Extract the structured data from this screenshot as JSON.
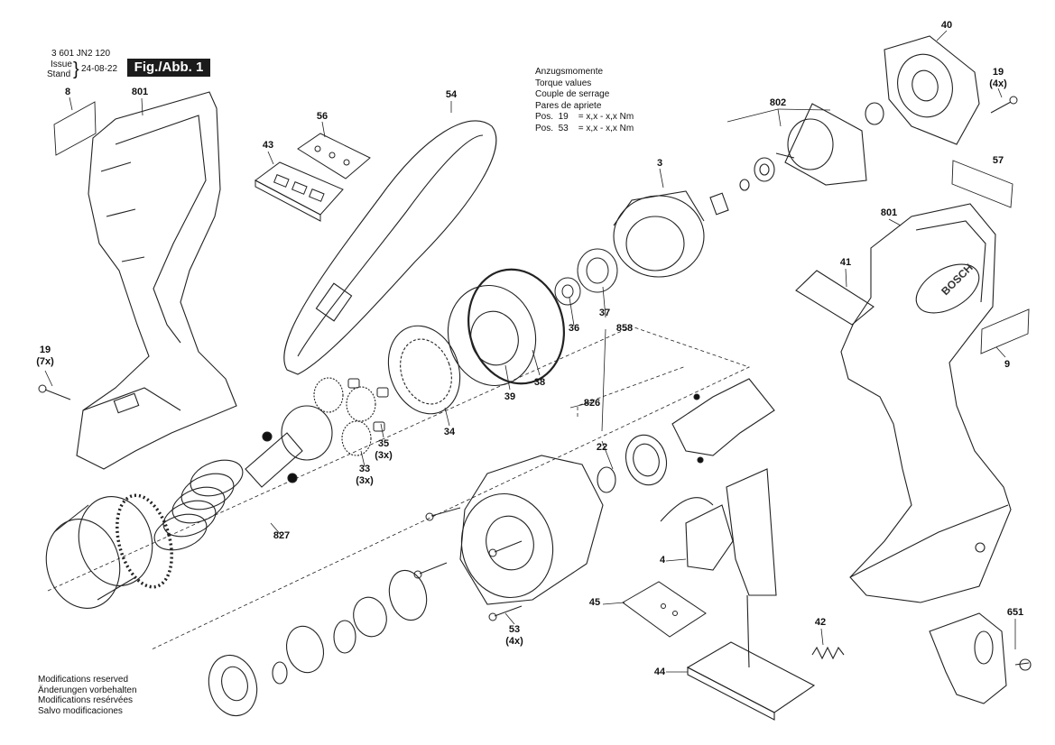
{
  "header": {
    "doc_number": "3 601 JN2 120",
    "issue_label": "Issue",
    "stand_label": "Stand",
    "brace": "}",
    "date": "24-08-22",
    "figure": "Fig./Abb. 1"
  },
  "torque": {
    "lines": [
      "Anzugsmomente",
      "Torque values",
      "Couple de serrage",
      "Pares de apriete"
    ],
    "pos19": "Pos.  19    = x,x - x,x Nm",
    "pos53": "Pos.  53    = x,x - x,x Nm"
  },
  "footer": {
    "lines": [
      "Modifications reserved",
      "Änderungen vorbehalten",
      "Modifications resérvées",
      "Salvo modificaciones"
    ]
  },
  "brand_on_housing": "BOSCH",
  "part_labels": [
    {
      "id": "8",
      "text": "8"
    },
    {
      "id": "801a",
      "text": "801"
    },
    {
      "id": "56",
      "text": "56"
    },
    {
      "id": "43",
      "text": "43"
    },
    {
      "id": "54",
      "text": "54"
    },
    {
      "id": "40",
      "text": "40"
    },
    {
      "id": "19a",
      "text": "19",
      "sub": "(4x)"
    },
    {
      "id": "802",
      "text": "802"
    },
    {
      "id": "3",
      "text": "3"
    },
    {
      "id": "57",
      "text": "57"
    },
    {
      "id": "801b",
      "text": "801"
    },
    {
      "id": "41",
      "text": "41"
    },
    {
      "id": "9",
      "text": "9"
    },
    {
      "id": "19b",
      "text": "19",
      "sub": "(7x)"
    },
    {
      "id": "36",
      "text": "36"
    },
    {
      "id": "37",
      "text": "37"
    },
    {
      "id": "858",
      "text": "858"
    },
    {
      "id": "39",
      "text": "39"
    },
    {
      "id": "38",
      "text": "38"
    },
    {
      "id": "34",
      "text": "34"
    },
    {
      "id": "826",
      "text": "826"
    },
    {
      "id": "35",
      "text": "35",
      "sub": "(3x)"
    },
    {
      "id": "33",
      "text": "33",
      "sub": "(3x)"
    },
    {
      "id": "22",
      "text": "22"
    },
    {
      "id": "827",
      "text": "827"
    },
    {
      "id": "4",
      "text": "4"
    },
    {
      "id": "45",
      "text": "45"
    },
    {
      "id": "53",
      "text": "53",
      "sub": "(4x)"
    },
    {
      "id": "42",
      "text": "42"
    },
    {
      "id": "44",
      "text": "44"
    },
    {
      "id": "651",
      "text": "651"
    }
  ]
}
